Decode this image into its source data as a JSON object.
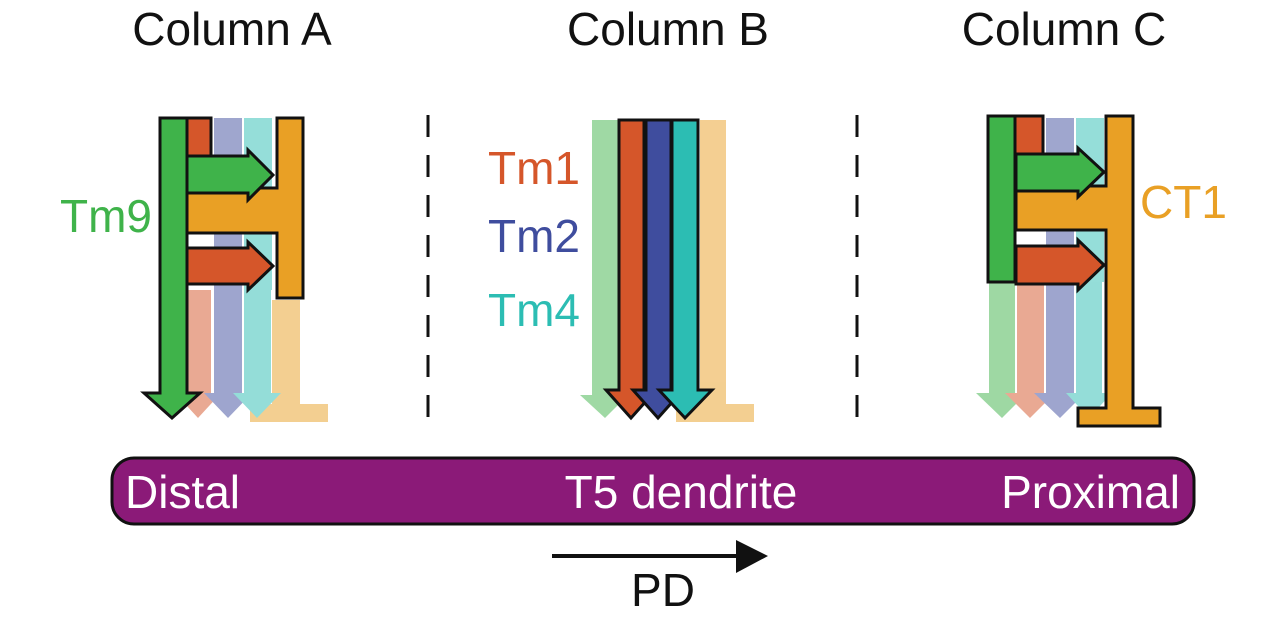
{
  "columns": {
    "a": "Column A",
    "b": "Column B",
    "c": "Column C"
  },
  "neurons": {
    "tm9": "Tm9",
    "tm1": "Tm1",
    "tm2": "Tm2",
    "tm4": "Tm4",
    "ct1": "CT1"
  },
  "bar": {
    "left": "Distal",
    "center": "T5 dendrite",
    "right": "Proximal"
  },
  "axis_label": "PD",
  "colors": {
    "tm9": "#3fb34a",
    "tm1": "#d5562a",
    "tm2": "#3f4d9e",
    "tm4": "#2cbdb3",
    "ct1": "#e9a025",
    "bar": "#8b1a78"
  }
}
